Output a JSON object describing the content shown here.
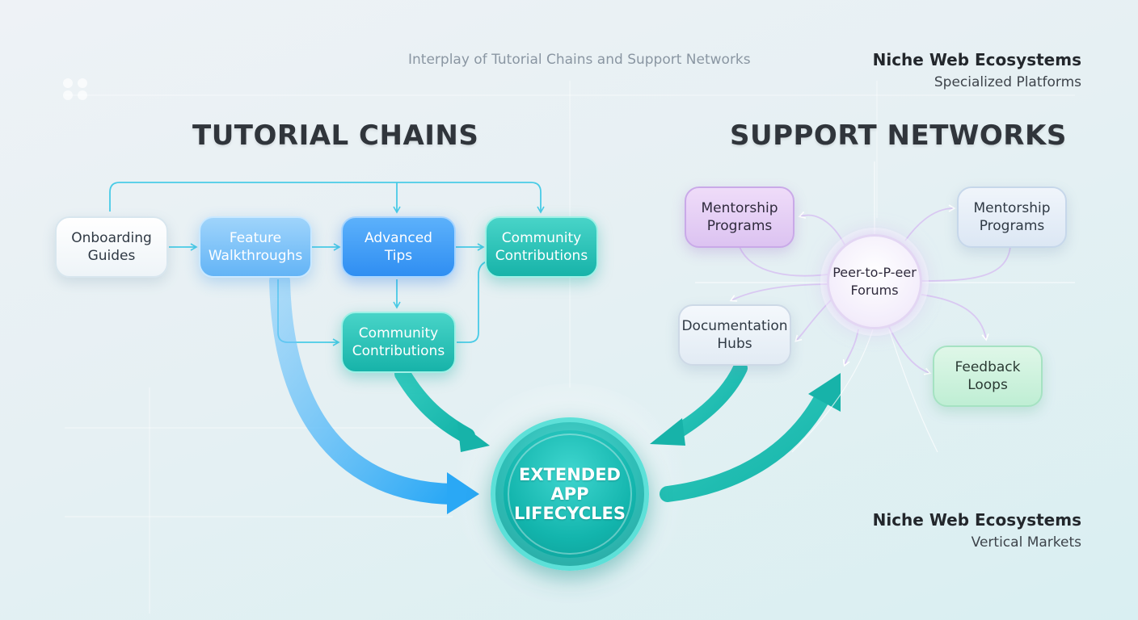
{
  "header": {
    "subtitle": "Interplay of Tutorial Chains and Support Networks"
  },
  "corner_top": {
    "title": "Niche Web Ecosystems",
    "subtitle": "Specialized Platforms"
  },
  "corner_bottom": {
    "title": "Niche Web Ecosystems",
    "subtitle": "Vertical Markets"
  },
  "sections": {
    "tutorial_title": "TUTORIAL CHAINS",
    "support_title": "SUPPORT NETWORKS"
  },
  "tutorial_nodes": {
    "onboarding": {
      "line1": "Onboarding",
      "line2": "Guides"
    },
    "feature": {
      "line1": "Feature",
      "line2": "Walkthroughs"
    },
    "advanced": {
      "line1": "Advanced",
      "line2": "Tips"
    },
    "community_top": {
      "line1": "Community",
      "line2": "Contributions"
    },
    "community_bottom": {
      "line1": "Community",
      "line2": "Contributions"
    }
  },
  "support_nodes": {
    "mentorship_left": {
      "line1": "Mentorship",
      "line2": "Programs"
    },
    "mentorship_right": {
      "line1": "Mentorship",
      "line2": "Programs"
    },
    "documentation": {
      "line1": "Documentation",
      "line2": "Hubs"
    },
    "feedback": {
      "line1": "Feedback",
      "line2": "Loops"
    },
    "hub": {
      "line1": "Peer-to-P-eer",
      "line2": "Forums"
    }
  },
  "center": {
    "line1": "EXTENDED",
    "line2": "APP",
    "line3": "LIFECYCLES"
  },
  "colors": {
    "teal": "#17b3a9",
    "blue": "#2f8ef2",
    "light_blue": "#63b4f6",
    "purple": "#c9a9e8",
    "green": "#a5e2c2",
    "connector_cyan": "#49cbe6"
  }
}
